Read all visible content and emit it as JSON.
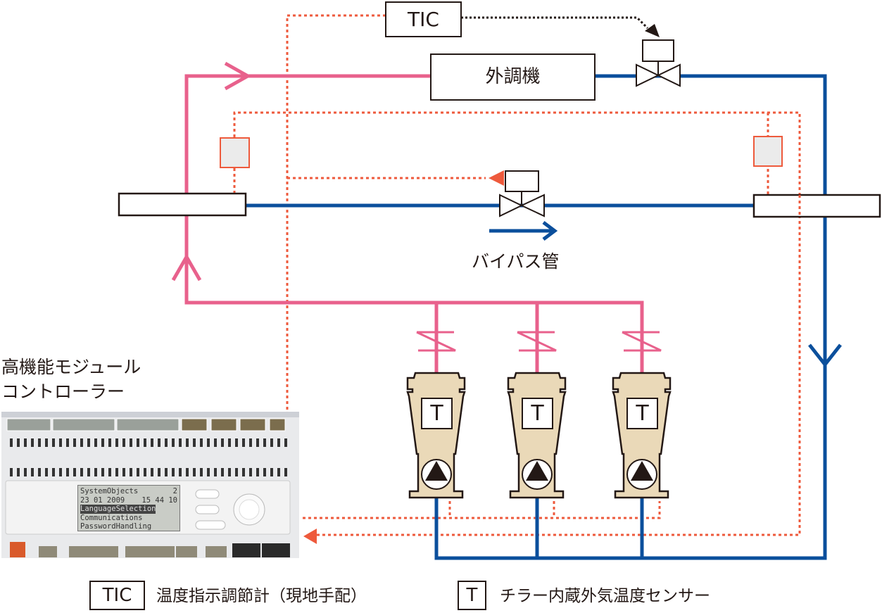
{
  "diagram": {
    "tic_label": "TIC",
    "ahu_label": "外調機",
    "bypass_label": "バイパス管",
    "chiller_sensor_label": "T",
    "chiller_count": 3,
    "controller": {
      "title_line1": "高機能モジュール",
      "title_line2": "コントローラー",
      "lcd": {
        "header": "SystemObjects",
        "alarm_count": "2",
        "date": "23 01 2009",
        "time": "15 44 10",
        "items": [
          "LanguageSelection",
          "Communications",
          "PasswordHandling"
        ]
      }
    }
  },
  "legend": {
    "tic_symbol": "TIC",
    "tic_text": "温度指示調節計（現地手配）",
    "t_symbol": "T",
    "t_text": "チラー内蔵外気温度センサー"
  },
  "colors": {
    "supply_pipe": "#e8618c",
    "return_pipe": "#0b4f9c",
    "signal_line": "#ee5a3c",
    "chiller_body": "#ead9b8"
  }
}
